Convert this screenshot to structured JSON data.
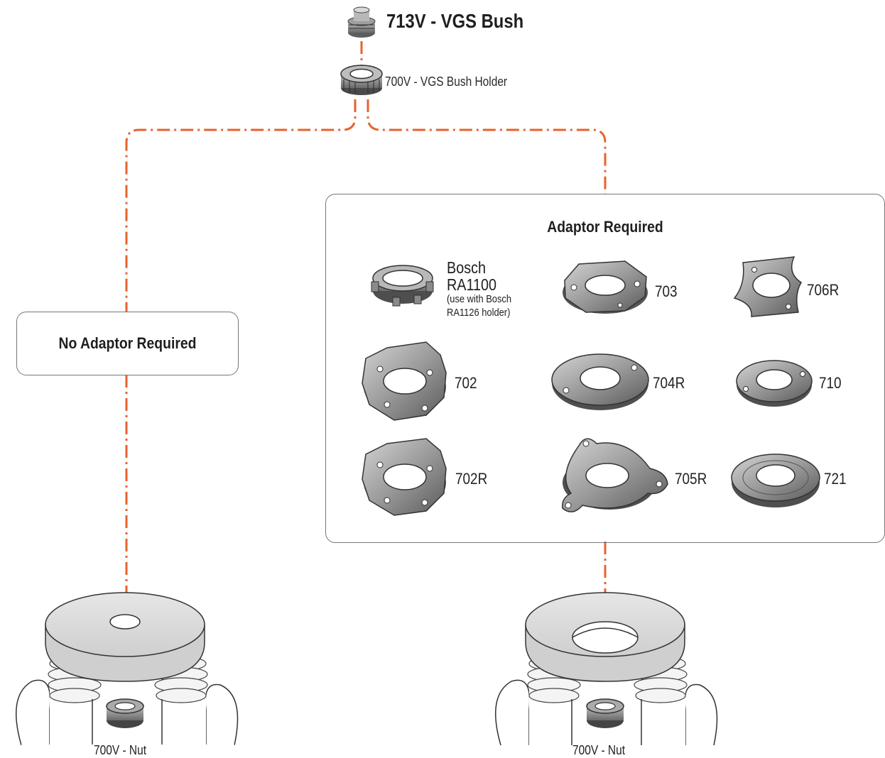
{
  "header": {
    "bush_title": "713V - VGS Bush",
    "holder_label": "700V - VGS Bush Holder"
  },
  "left_box": {
    "title": "No Adaptor Required"
  },
  "right_box": {
    "title": "Adaptor Required",
    "bosch": {
      "line1": "Bosch",
      "line2": "RA1100",
      "note1": "(use with Bosch",
      "note2": "RA1126 holder)"
    },
    "parts": [
      "703",
      "706R",
      "702",
      "704R",
      "710",
      "702R",
      "705R",
      "721"
    ]
  },
  "routers": {
    "left_nut_label": "700V - Nut",
    "right_nut_label": "700V - Nut"
  },
  "colors": {
    "connector": "#e8622c",
    "part_metal": "#8e8e8e",
    "outline": "#333333"
  }
}
